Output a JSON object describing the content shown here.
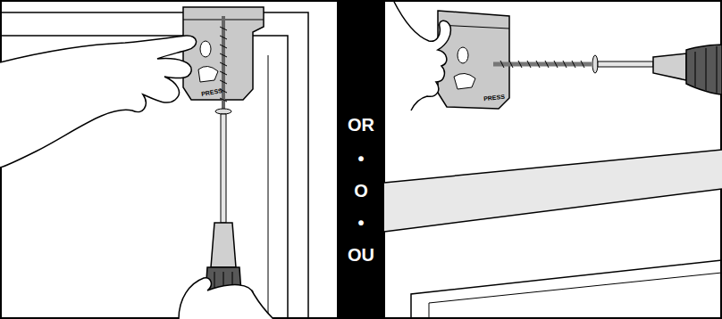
{
  "diagram": {
    "labels": [
      "PRESS",
      "OR",
      "•",
      "O",
      "•",
      "OU",
      "PRESS"
    ]
  }
}
